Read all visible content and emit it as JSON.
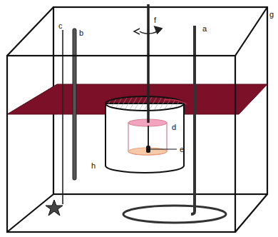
{
  "diagram": {
    "labels": [
      "c",
      "b",
      "f",
      "a",
      "g",
      "d",
      "e",
      "h"
    ]
  }
}
